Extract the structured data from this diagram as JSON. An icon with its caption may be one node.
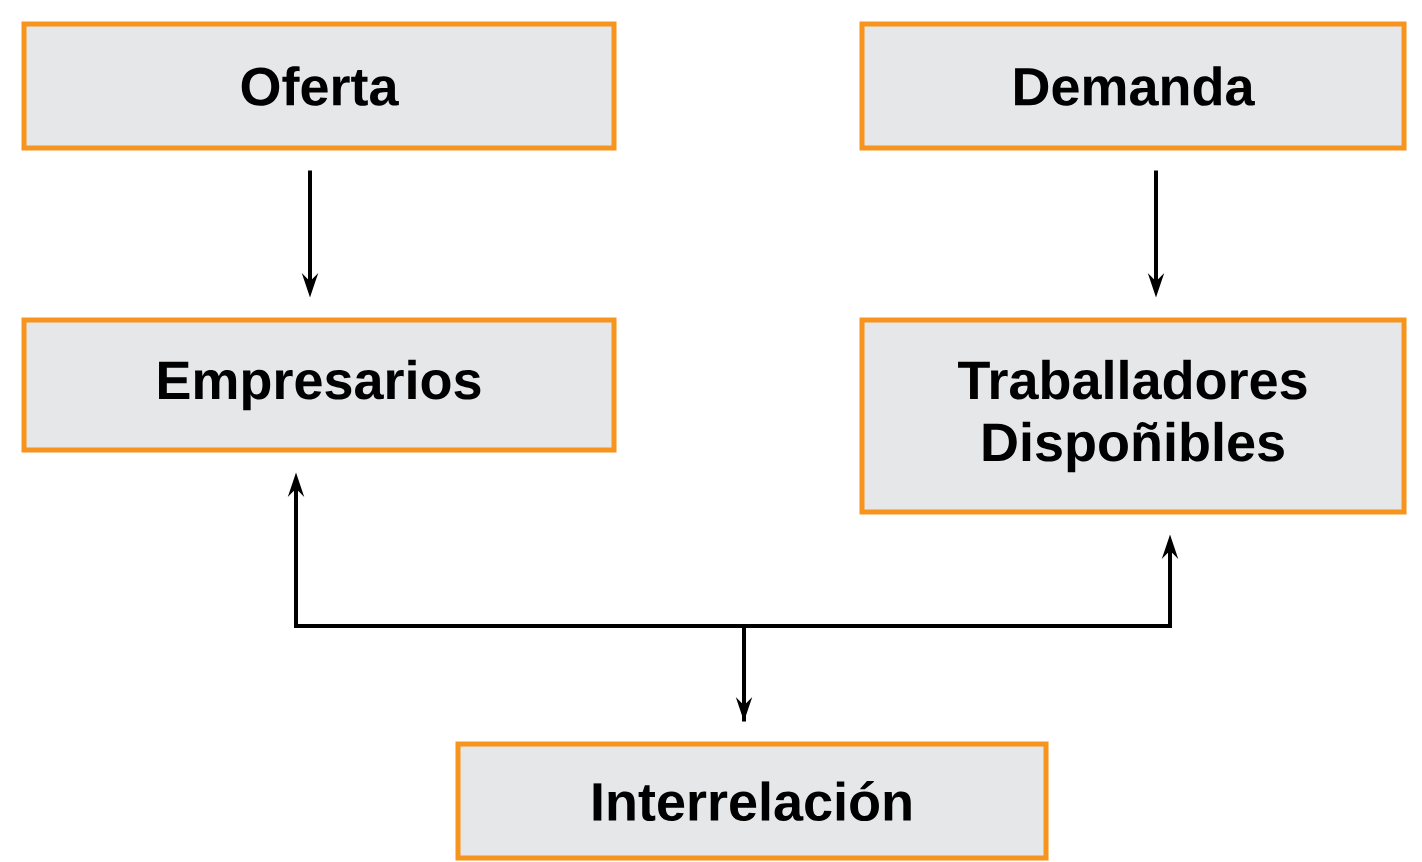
{
  "diagram": {
    "nodes": [
      {
        "text": [
          "Oferta"
        ]
      },
      {
        "text": [
          "Demanda"
        ]
      },
      {
        "text": [
          "Empresarios"
        ]
      },
      {
        "text": [
          "Traballadores Dispoñibles"
        ]
      },
      {
        "text": [
          "Interrelación"
        ]
      }
    ],
    "edges": [
      {
        "from": 0,
        "to": 2,
        "arrow": "to"
      },
      {
        "from": 1,
        "to": 3,
        "arrow": "to"
      },
      {
        "from": 2,
        "to": 4,
        "arrow": "both"
      },
      {
        "from": 4,
        "to": 3,
        "arrow": "to"
      }
    ]
  }
}
